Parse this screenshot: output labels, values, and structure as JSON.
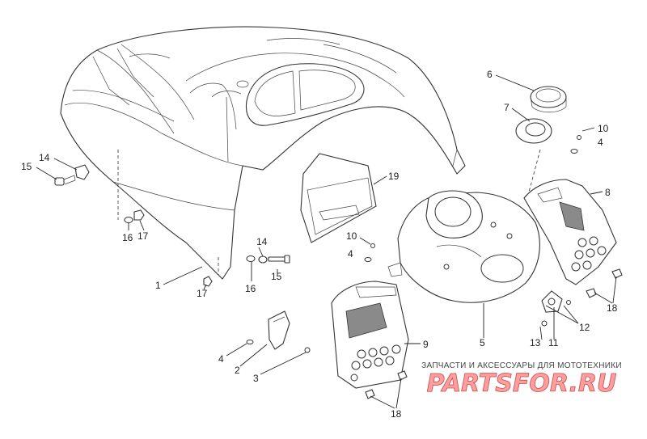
{
  "diagram": {
    "callouts": {
      "c1": "1",
      "c2": "2",
      "c3": "3",
      "c4a": "4",
      "c4b": "4",
      "c4c": "4",
      "c5": "5",
      "c6": "6",
      "c7": "7",
      "c8": "8",
      "c9": "9",
      "c10a": "10",
      "c10b": "10",
      "c11": "11",
      "c12": "12",
      "c13": "13",
      "c14a": "14",
      "c14b": "14",
      "c15a": "15",
      "c15b": "15",
      "c16a": "16",
      "c16b": "16",
      "c17a": "17",
      "c17b": "17",
      "c18a": "18",
      "c18b": "18",
      "c19": "19"
    }
  },
  "watermark": {
    "caption": "ЗАПЧАСТИ И АКСЕССУАРЫ ДЛЯ МОТОТЕХНИКИ",
    "logo_text": "PARTSFOR.RU",
    "logo_color": "#ff9e9e"
  },
  "colors": {
    "line": "#333333",
    "mesh": "#8a8a8a"
  }
}
